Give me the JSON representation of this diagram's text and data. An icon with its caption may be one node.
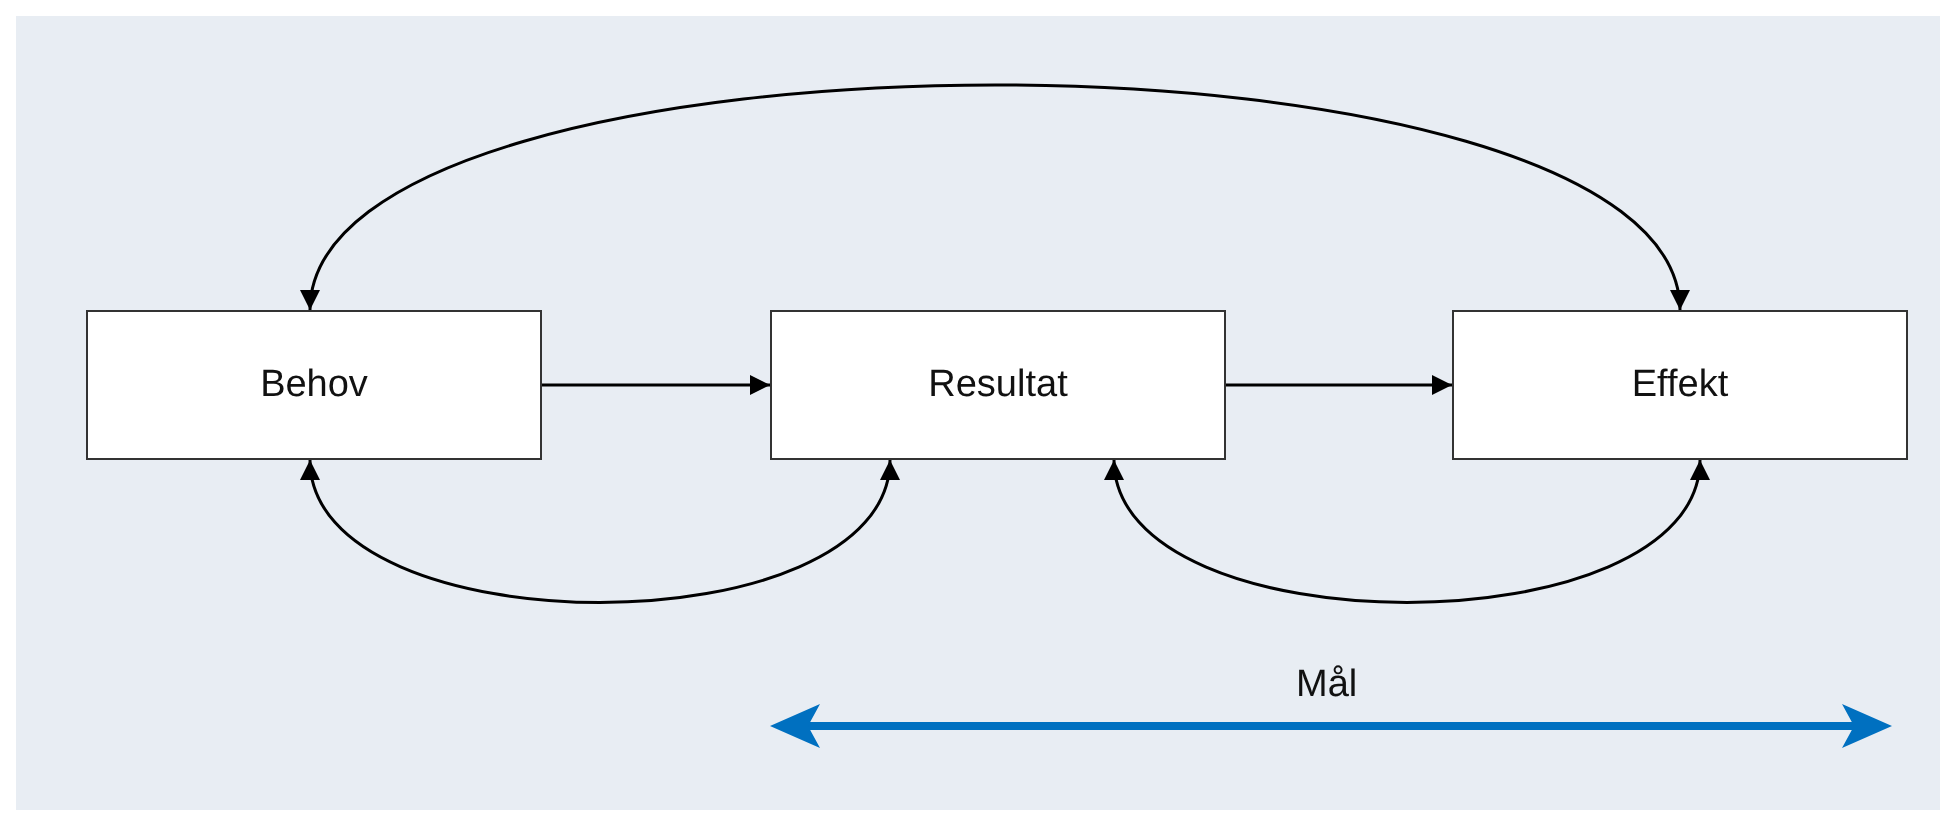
{
  "diagram": {
    "nodes": [
      {
        "text": [
          "Behov"
        ]
      },
      {
        "text": [
          "Resultat"
        ]
      },
      {
        "text": [
          "Effekt"
        ]
      }
    ],
    "edges": [
      {
        "from": 0,
        "to": 1,
        "arrow": "to"
      },
      {
        "from": 1,
        "to": 2,
        "arrow": "to"
      },
      {
        "from": 0,
        "to": 2,
        "arrow": "both"
      },
      {
        "from": 0,
        "to": 1,
        "arrow": "both"
      },
      {
        "from": 1,
        "to": 2,
        "arrow": "both"
      }
    ],
    "labels": [
      "Mål"
    ]
  }
}
